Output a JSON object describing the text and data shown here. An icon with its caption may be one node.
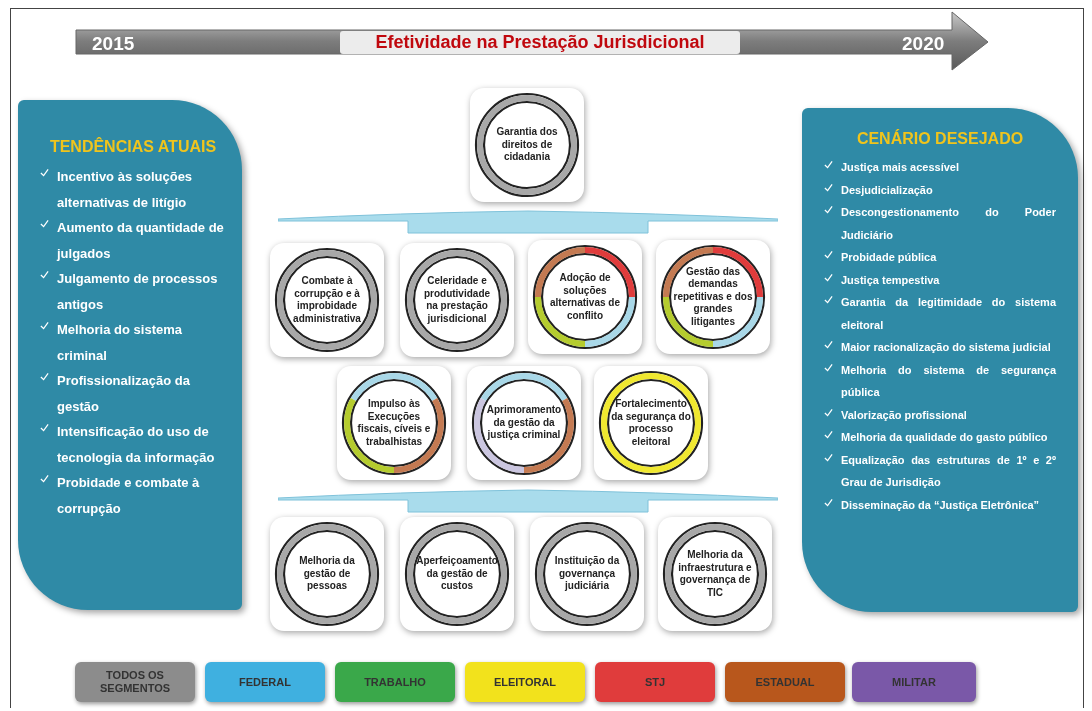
{
  "diagram": {
    "title": "Efetividade na Prestação Jurisdicional",
    "nodes": [
      {
        "text": [
          "TENDÊNCIAS ATUAIS",
          "Incentivo às soluções alternativas de litígio",
          "Aumento da quantidade de julgados",
          "Julgamento de processos antigos",
          "Melhoria do sistema criminal",
          "Profissionalização da gestão",
          "Intensificação do uso de tecnologia da informação",
          "Probidade e combate à corrupção"
        ]
      },
      {
        "text": [
          "Garantia dos direitos de cidadania"
        ]
      },
      {
        "text": [
          "CENÁRIO DESEJADO",
          "Justiça mais acessível",
          "Desjudicialização",
          "Descongestionamento do Poder Judiciário",
          "Probidade pública",
          "Justiça tempestiva",
          "Garantia da legitimidade do sistema eleitoral",
          "Maior racionalização do sistema judicial",
          "Melhoria do sistema de segurança pública",
          "Valorização profissional",
          "Melhoria da qualidade do gasto público",
          "Equalização das estruturas de 1º e 2º Grau de Jurisdição",
          "Disseminação da “Justiça Eletrônica”"
        ]
      },
      {
        "text": [],
        "shape": "bar"
      },
      {
        "text": [
          "Combate à corrupção e à improbidade administrativa"
        ]
      },
      {
        "text": [
          "Celeridade e produtividade na prestação jurisdicional"
        ]
      },
      {
        "text": [
          "Adoção de soluções alternativas de conflito"
        ]
      },
      {
        "text": [
          "Gestão das demandas repetitivas e dos grandes litigantes"
        ]
      },
      {
        "text": [
          "Impulso às Execuções fiscais, cíveis e trabalhistas"
        ]
      },
      {
        "text": [
          "Aprimoramento da gestão da justiça criminal"
        ]
      },
      {
        "text": [
          "Fortalecimento da segurança do processo eleitoral"
        ]
      },
      {
        "text": [],
        "shape": "bar"
      },
      {
        "text": [
          "Melhoria da gestão de pessoas"
        ]
      },
      {
        "text": [
          "Aperfeiçoamento da gestão de custos"
        ]
      },
      {
        "text": [
          "Instituição da governança judiciária"
        ]
      },
      {
        "text": [
          "Melhoria da infraestrutura e governança de TIC"
        ]
      }
    ],
    "edges": [],
    "labels": [
      "2015",
      "2020"
    ],
    "legend": [
      {
        "text": "TODOS OS SEGMENTOS",
        "color": "#8c8c8c"
      },
      {
        "text": "FEDERAL",
        "color": "#3fb0e0"
      },
      {
        "text": "TRABALHO",
        "color": "#3aa84a"
      },
      {
        "text": "ELEITORAL",
        "color": "#f2e21c"
      },
      {
        "text": "STJ",
        "color": "#e03c3c"
      },
      {
        "text": "ESTADUAL",
        "color": "#b8571c"
      },
      {
        "text": "MILITAR",
        "color": "#7a58a8"
      }
    ]
  }
}
